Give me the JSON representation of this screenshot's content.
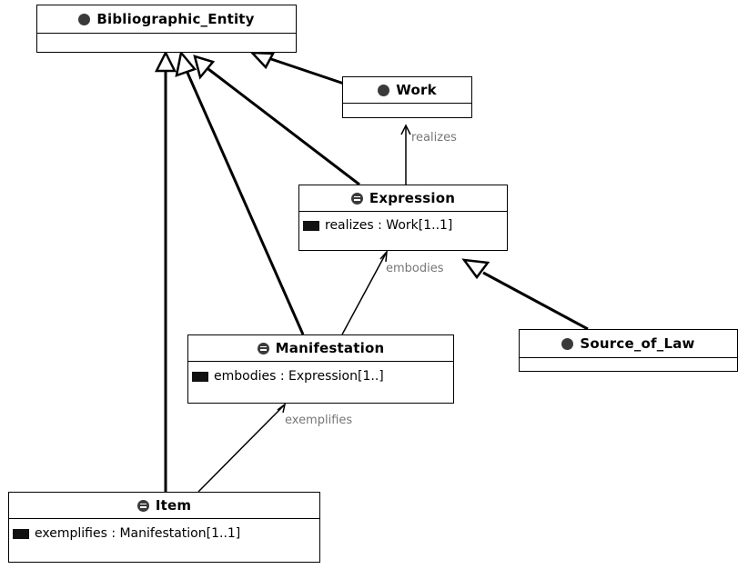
{
  "classes": {
    "bibliographic_entity": {
      "name": "Bibliographic_Entity"
    },
    "work": {
      "name": "Work"
    },
    "expression": {
      "name": "Expression",
      "attribute": "realizes  : Work[1..1]"
    },
    "manifestation": {
      "name": "Manifestation",
      "attribute": "embodies  : Expression[1..]"
    },
    "source_of_law": {
      "name": "Source_of_Law"
    },
    "item": {
      "name": "Item",
      "attribute": "exemplifies  : Manifestation[1..1]"
    }
  },
  "associations": {
    "realizes": "realizes",
    "embodies": "embodies",
    "exemplifies": "exemplifies"
  }
}
